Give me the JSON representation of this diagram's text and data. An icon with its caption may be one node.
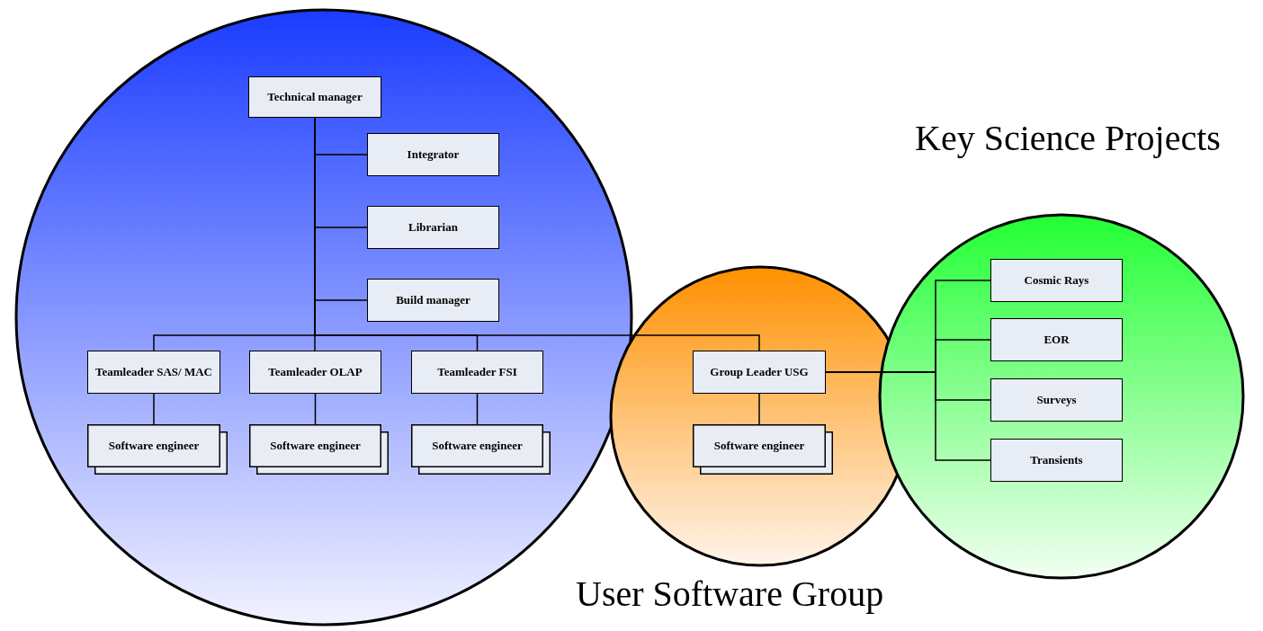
{
  "diagram": {
    "nodes": [
      {
        "text": [],
        "shape": "circle"
      },
      {
        "text": [
          "Technical manager"
        ],
        "in": 0
      },
      {
        "text": [
          "Integrator"
        ],
        "in": 0
      },
      {
        "text": [
          "Librarian"
        ],
        "in": 0
      },
      {
        "text": [
          "Build manager"
        ],
        "in": 0
      },
      {
        "text": [
          "Teamleader SAS/ MAC"
        ],
        "in": 0
      },
      {
        "text": [
          "Teamleader OLAP"
        ],
        "in": 0
      },
      {
        "text": [
          "Teamleader FSI"
        ],
        "in": 0
      },
      {
        "text": [
          "Software engineer"
        ],
        "in": 0
      },
      {
        "text": [
          "Software engineer"
        ],
        "in": 0
      },
      {
        "text": [
          "Software engineer"
        ],
        "in": 0
      },
      {
        "text": [
          "User Software Group"
        ]
      },
      {
        "text": [
          "Group Leader USG"
        ],
        "in": 11
      },
      {
        "text": [
          "Software engineer"
        ],
        "in": 11
      },
      {
        "text": [
          "Key Science Projects"
        ]
      },
      {
        "text": [
          "Cosmic Rays"
        ],
        "in": 14
      },
      {
        "text": [
          "EOR"
        ],
        "in": 14
      },
      {
        "text": [
          "Surveys"
        ],
        "in": 14
      },
      {
        "text": [
          "Transients"
        ],
        "in": 14
      }
    ],
    "edges": [
      {
        "from": 1,
        "to": 2,
        "arrow": "none"
      },
      {
        "from": 1,
        "to": 3,
        "arrow": "none"
      },
      {
        "from": 1,
        "to": 4,
        "arrow": "none"
      },
      {
        "from": 1,
        "to": 5,
        "arrow": "none"
      },
      {
        "from": 1,
        "to": 6,
        "arrow": "none"
      },
      {
        "from": 1,
        "to": 7,
        "arrow": "none"
      },
      {
        "from": 1,
        "to": 12,
        "arrow": "none"
      },
      {
        "from": 5,
        "to": 8,
        "arrow": "none"
      },
      {
        "from": 6,
        "to": 9,
        "arrow": "none"
      },
      {
        "from": 7,
        "to": 10,
        "arrow": "none"
      },
      {
        "from": 12,
        "to": 13,
        "arrow": "none"
      },
      {
        "from": 12,
        "to": 15,
        "arrow": "none"
      },
      {
        "from": 12,
        "to": 16,
        "arrow": "none"
      },
      {
        "from": 12,
        "to": 17,
        "arrow": "none"
      },
      {
        "from": 12,
        "to": 18,
        "arrow": "none"
      }
    ]
  }
}
